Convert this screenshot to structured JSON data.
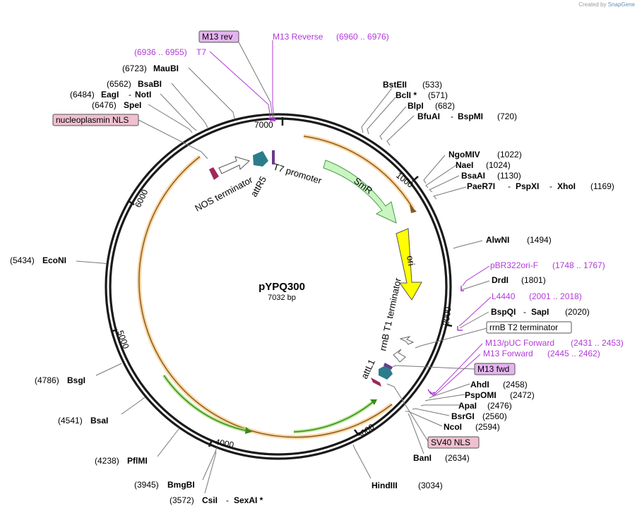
{
  "credit": {
    "prefix": "Created by",
    "brand": "SnapGene"
  },
  "plasmid": {
    "name": "pYPQ300",
    "size": "7032 bp"
  },
  "ticks": [
    "1000",
    "2000",
    "3000",
    "4000",
    "5000",
    "6000",
    "7000"
  ],
  "features": {
    "nos_terminator": "NOS terminator",
    "attR5": "attR5",
    "t7_promoter": "T7 promoter",
    "smr": "SmR",
    "ori": "ori",
    "rrnb_t1": "rrnB T1 terminator",
    "rrnb_t2": "rrnB T2 terminator",
    "attL1": "attL1",
    "sv40_nls": "SV40 NLS",
    "nucleoplasmin_nls": "nucleoplasmin NLS",
    "m13_rev": "M13 rev",
    "m13_fwd": "M13 fwd"
  },
  "primers": {
    "m13_reverse": {
      "name": "M13 Reverse",
      "range": "(6960 .. 6976)"
    },
    "t7": {
      "name": "T7",
      "range": "(6936 .. 6955)"
    },
    "pbr322ori_f": {
      "name": "pBR322ori-F",
      "range": "(1748 .. 1767)"
    },
    "l4440": {
      "name": "L4440",
      "range": "(2001 .. 2018)"
    },
    "m13_puc_forward": {
      "name": "M13/pUC Forward",
      "range": "(2431 .. 2453)"
    },
    "m13_forward": {
      "name": "M13 Forward",
      "range": "(2445 .. 2462)"
    }
  },
  "sites": {
    "mauBI": {
      "name": "MauBI",
      "pos": "(6723)"
    },
    "bsaBI": {
      "name": "BsaBI",
      "pos": "(6562)"
    },
    "eagI": {
      "name": "EagI",
      "sep": "-",
      "name2": "NotI",
      "pos": "(6484)"
    },
    "speI": {
      "name": "SpeI",
      "pos": "(6476)"
    },
    "bstEII": {
      "name": "BstEII",
      "pos": "(533)"
    },
    "bclI": {
      "name": "BclI *",
      "pos": "(571)"
    },
    "blpI": {
      "name": "BlpI",
      "pos": "(682)"
    },
    "bfuAI": {
      "name": "BfuAI",
      "sep": "-",
      "name2": "BspMI",
      "pos": "(720)"
    },
    "ngoMIV": {
      "name": "NgoMIV",
      "pos": "(1022)"
    },
    "naeI": {
      "name": "NaeI",
      "pos": "(1024)"
    },
    "bsaAI": {
      "name": "BsaAI",
      "pos": "(1130)"
    },
    "paeR7I": {
      "name": "PaeR7I",
      "sep": "-",
      "name2": "PspXI",
      "sep2": "-",
      "name3": "XhoI",
      "pos": "(1169)"
    },
    "alwNI": {
      "name": "AlwNI",
      "pos": "(1494)"
    },
    "drdI": {
      "name": "DrdI",
      "pos": "(1801)"
    },
    "bspQI": {
      "name": "BspQI",
      "sep": "-",
      "name2": "SapI",
      "pos": "(2020)"
    },
    "ahdI": {
      "name": "AhdI",
      "pos": "(2458)"
    },
    "pspOMI": {
      "name": "PspOMI",
      "pos": "(2472)"
    },
    "apaI": {
      "name": "ApaI",
      "pos": "(2476)"
    },
    "bsrGI": {
      "name": "BsrGI",
      "pos": "(2560)"
    },
    "ncoI": {
      "name": "NcoI",
      "pos": "(2594)"
    },
    "banI": {
      "name": "BanI",
      "pos": "(2634)"
    },
    "hindIII": {
      "name": "HindIII",
      "pos": "(3034)"
    },
    "csiI": {
      "name": "CsiI",
      "sep": "-",
      "name2": "SexAI *",
      "pos": "(3572)"
    },
    "bmgBI": {
      "name": "BmgBI",
      "pos": "(3945)"
    },
    "pflMI": {
      "name": "PflMI",
      "pos": "(4238)"
    },
    "bsaI": {
      "name": "BsaI",
      "pos": "(4541)"
    },
    "bsgI": {
      "name": "BsgI",
      "pos": "(4786)"
    },
    "ecoNI": {
      "name": "EcoNI",
      "pos": "(5434)"
    }
  },
  "colors": {
    "backbone": "#1a1a1a",
    "orange_orf": "#f0a030",
    "green_orf": "#3a8a1a",
    "smr": "#c8f5c0",
    "ori": "#ffff00",
    "att_teal": "#2c7c8c",
    "nls_magenta": "#a0285a",
    "primer_purple": "#b13ad7",
    "pink_box": "#f0c0d0",
    "purple_box": "#e4b4f0"
  }
}
